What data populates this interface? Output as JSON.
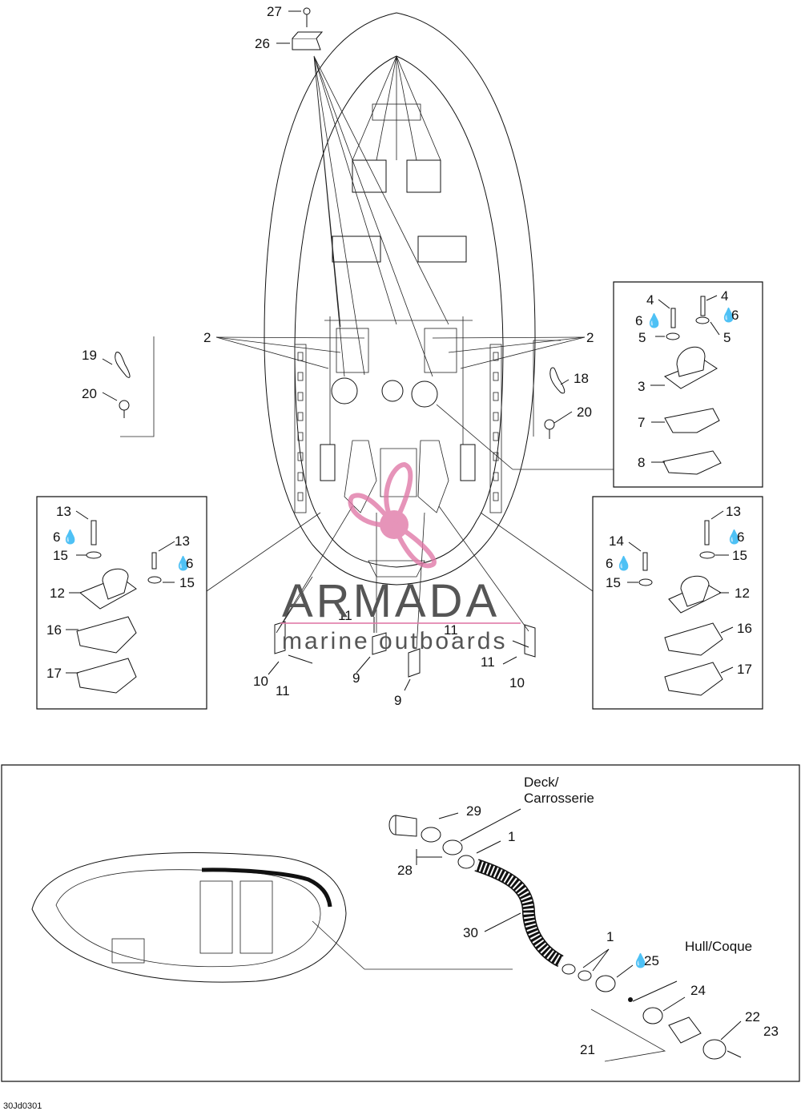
{
  "watermark": {
    "title": "ARMADA",
    "subtitle": "marine outboards",
    "accent_color": "#e07aa8"
  },
  "callouts": {
    "c27": "27",
    "c26": "26",
    "c2l": "2",
    "c2r": "2",
    "c19": "19",
    "c20a": "20",
    "c18": "18",
    "c20b": "20",
    "c4a": "4",
    "c4b": "4",
    "c6a": "6",
    "c6b": "6",
    "c5a": "5",
    "c5b": "5",
    "c3": "3",
    "c7": "7",
    "c8": "8",
    "c13a": "13",
    "c13b": "13",
    "c6c": "6",
    "c6d": "6",
    "c15a": "15",
    "c15b": "15",
    "c12a": "12",
    "c16a": "16",
    "c17a": "17",
    "c13c": "13",
    "c6e": "6",
    "c14": "14",
    "c6f": "6",
    "c15c": "15",
    "c15d": "15",
    "c12b": "12",
    "c16b": "16",
    "c17b": "17",
    "c11a": "11",
    "c11b": "11",
    "c11c": "11",
    "c11d": "11",
    "c10a": "10",
    "c10b": "10",
    "c9a": "9",
    "c9b": "9",
    "c29": "29",
    "c1a": "1",
    "c28": "28",
    "c30": "30",
    "c1b": "1",
    "c25": "25",
    "c24": "24",
    "c22": "22",
    "c23": "23",
    "c21": "21"
  },
  "notes": {
    "deck_line1": "Deck/",
    "deck_line2": "Carrosserie",
    "hull": "Hull/Coque",
    "drawing_ref": "30Jd0301"
  },
  "symbols": {
    "oil_drop": "oil-drop-icon"
  }
}
